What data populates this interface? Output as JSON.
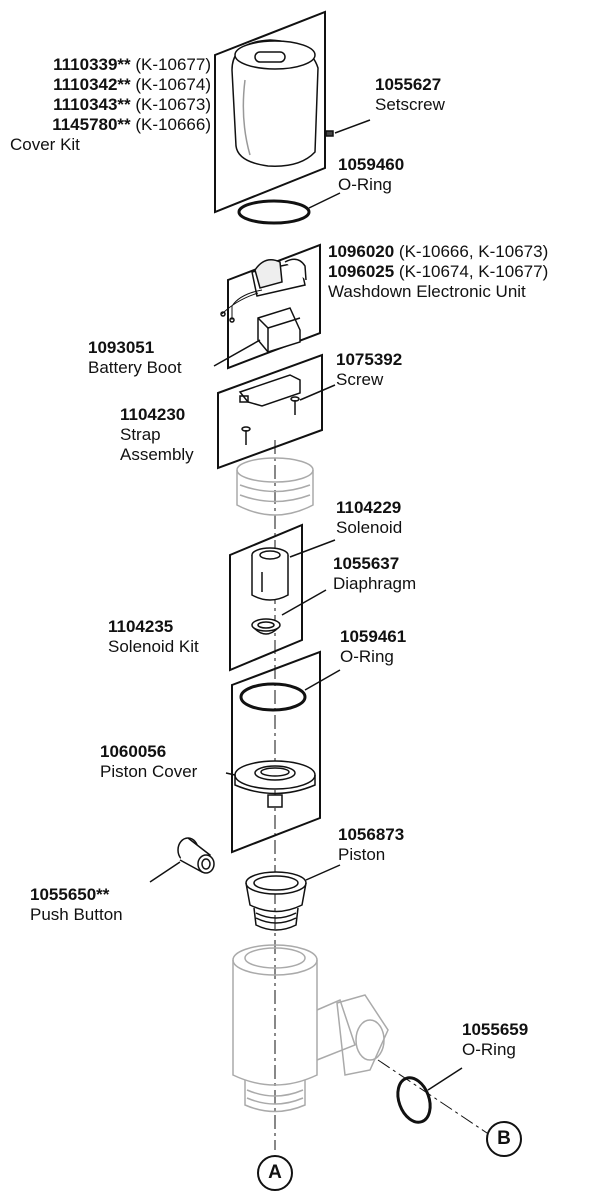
{
  "labels": {
    "cover_kit": {
      "lines": [
        {
          "part": "1110339**",
          "model": " (K-10677)"
        },
        {
          "part": "1110342**",
          "model": " (K-10674)"
        },
        {
          "part": "1110343**",
          "model": " (K-10673)"
        },
        {
          "part": "1145780**",
          "model": " (K-10666)"
        }
      ],
      "name": "Cover Kit"
    },
    "setscrew": {
      "part": "1055627",
      "name": "Setscrew"
    },
    "oring_top": {
      "part": "1059460",
      "name": "O-Ring"
    },
    "electronic": {
      "lines": [
        {
          "part": "1096020",
          "model": " (K-10666, K-10673)"
        },
        {
          "part": "1096025",
          "model": " (K-10674, K-10677)"
        }
      ],
      "name": "Washdown Electronic Unit"
    },
    "battery_boot": {
      "part": "1093051",
      "name": "Battery Boot"
    },
    "screw": {
      "part": "1075392",
      "name": "Screw"
    },
    "strap": {
      "part": "1104230",
      "name1": "Strap",
      "name2": "Assembly"
    },
    "solenoid": {
      "part": "1104229",
      "name": "Solenoid"
    },
    "diaphragm": {
      "part": "1055637",
      "name": "Diaphragm"
    },
    "solenoid_kit": {
      "part": "1104235",
      "name": "Solenoid Kit"
    },
    "oring_mid": {
      "part": "1059461",
      "name": "O-Ring"
    },
    "piston_cover": {
      "part": "1060056",
      "name": "Piston Cover"
    },
    "piston": {
      "part": "1056873",
      "name": "Piston"
    },
    "push_button": {
      "part": "1055650**",
      "name": "Push Button"
    },
    "oring_side": {
      "part": "1055659",
      "name": "O-Ring"
    }
  },
  "callouts": {
    "a": "A",
    "b": "B"
  }
}
